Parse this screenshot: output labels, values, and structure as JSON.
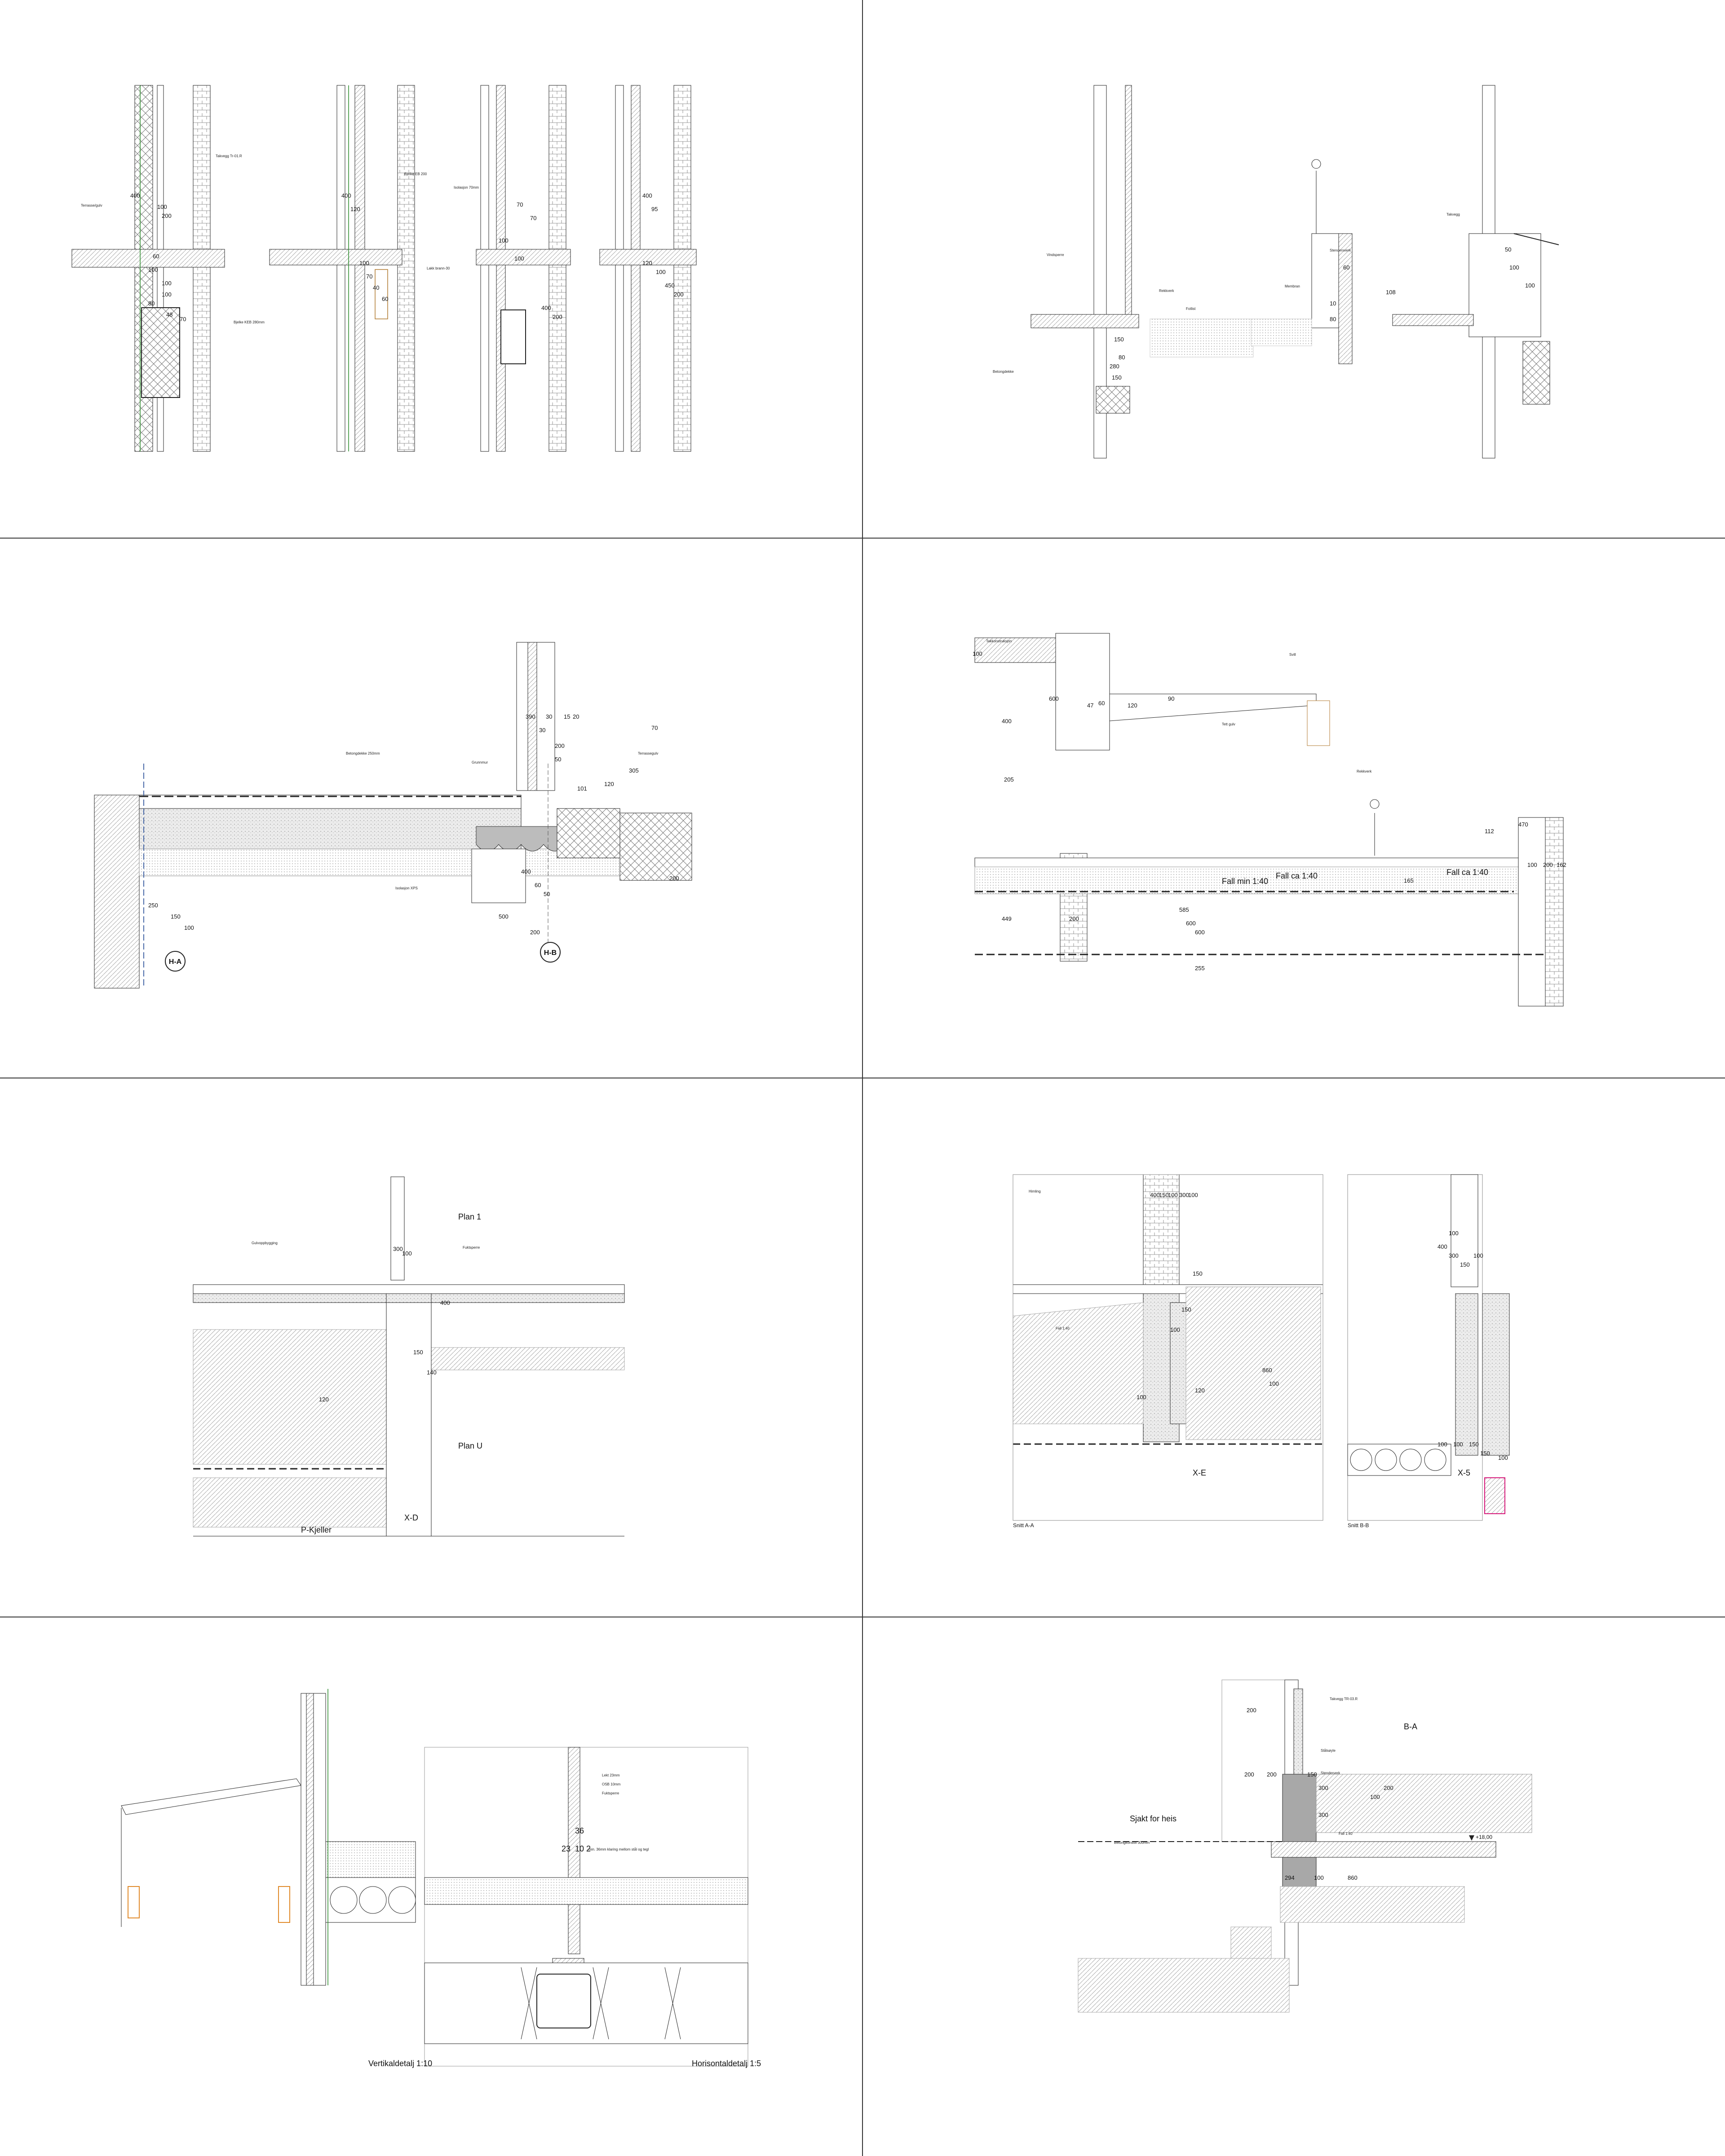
{
  "sheet": {
    "panels": [
      {
        "id": "p1",
        "dims": [
          "400",
          "100",
          "200",
          "60",
          "100",
          "100",
          "100",
          "80",
          "48",
          "70",
          "400",
          "120",
          "100",
          "70",
          "40",
          "60",
          "70",
          "70",
          "400",
          "200",
          "100",
          "100",
          "400",
          "95",
          "120",
          "100",
          "450",
          "200"
        ],
        "notes": [
          "Terrasse/gulv",
          "Takvegg Tr-01.R",
          "Bjelke EB 200",
          "Lakk brann-30",
          "Bjelke KEB 280mm",
          "Isolasjon 70mm"
        ]
      },
      {
        "id": "p2",
        "dims": [
          "150",
          "80",
          "280",
          "150",
          "108",
          "60",
          "10",
          "80",
          "50",
          "100",
          "100"
        ],
        "notes": [
          "Vindsperre",
          "Rekkverk",
          "Fotlist",
          "Takvegg",
          "Membran",
          "Stendersverk",
          "Betongdekke"
        ]
      },
      {
        "id": "p3",
        "labels": [
          "H-A",
          "H-B"
        ],
        "dims": [
          "390",
          "30",
          "30",
          "200",
          "50",
          "15",
          "20",
          "70",
          "305",
          "120",
          "200",
          "400",
          "60",
          "50",
          "250",
          "150",
          "100",
          "500",
          "200",
          "101"
        ],
        "notes": [
          "Betongdekke 250mm",
          "Terrassegulv",
          "Grunnmur",
          "Isolasjon XPS"
        ]
      },
      {
        "id": "p4",
        "dims": [
          "100",
          "600",
          "400",
          "47",
          "60",
          "120",
          "90",
          "205",
          "449",
          "200",
          "585",
          "600",
          "600",
          "255",
          "112",
          "470",
          "100",
          "200",
          "162",
          "165"
        ],
        "annotations": [
          "Fall min 1:40",
          "Fall ca 1:40",
          "Fall ca 1:40"
        ],
        "notes": [
          "Takkonstruksjon",
          "Svill",
          "Rekkverk",
          "Tett gulv"
        ]
      },
      {
        "id": "p5",
        "titles": [
          "Plan 1",
          "Plan U",
          "P-Kjeller"
        ],
        "labels": [
          "X-D"
        ],
        "dims": [
          "300",
          "100",
          "400",
          "150",
          "140",
          "120"
        ],
        "notes": [
          "Gulvoppbygging",
          "Fuktsperre"
        ]
      },
      {
        "id": "p6",
        "labels": [
          "X-E",
          "X-5"
        ],
        "captions": [
          "Snitt A-A",
          "Snitt B-B"
        ],
        "dims": [
          "400",
          "150",
          "100",
          "300",
          "100",
          "150",
          "150",
          "100",
          "860",
          "100",
          "100",
          "120",
          "100",
          "400",
          "300",
          "100",
          "150",
          "100",
          "100",
          "150",
          "150",
          "100"
        ],
        "notes": [
          "Himling",
          "Fall 1:40"
        ]
      },
      {
        "id": "p7",
        "captions": [
          "Vertikaldetalj 1:10",
          "Horisontaldetalj 1:5"
        ],
        "dims": [
          "36",
          "23",
          "10",
          "2"
        ],
        "notes": [
          "Lekt 23mm",
          "OSB 10mm",
          "Fuktsperre",
          "min. 36mm klaring mellom stål og tegl"
        ]
      },
      {
        "id": "p8",
        "titles": [
          "Sjakt for heis"
        ],
        "labels": [
          "B-A"
        ],
        "level": "+18,00",
        "dims": [
          "200",
          "200",
          "200",
          "300",
          "150",
          "300",
          "294",
          "100",
          "860",
          "100",
          "200"
        ],
        "notes": [
          "Betongkonsoll 300mm",
          "Takvegg TR-03.R",
          "Stålsøyle",
          "Stenderverk",
          "Fall 1:40"
        ]
      }
    ]
  }
}
